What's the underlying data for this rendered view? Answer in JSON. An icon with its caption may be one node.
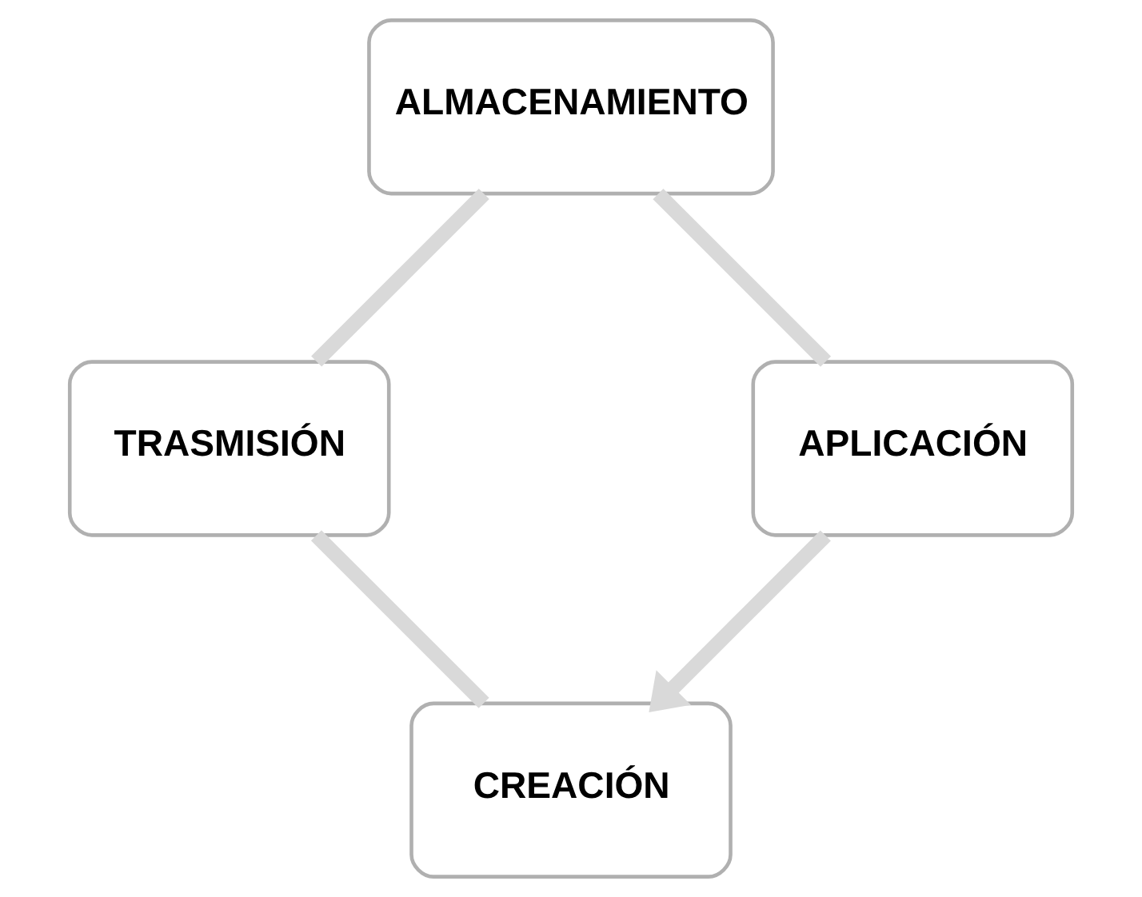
{
  "diagram": {
    "nodes": [
      {
        "text": [
          "CREACIÓN"
        ]
      },
      {
        "text": [
          "TRASMISIÓN"
        ]
      },
      {
        "text": [
          "ALMACENAMIENTO"
        ]
      },
      {
        "text": [
          "APLICACIÓN"
        ]
      }
    ],
    "edges": [
      {
        "from": 0,
        "to": 1,
        "arrow": "none"
      },
      {
        "from": 1,
        "to": 2,
        "arrow": "none"
      },
      {
        "from": 2,
        "to": 3,
        "arrow": "none"
      },
      {
        "from": 3,
        "to": 0,
        "arrow": "to"
      }
    ]
  }
}
